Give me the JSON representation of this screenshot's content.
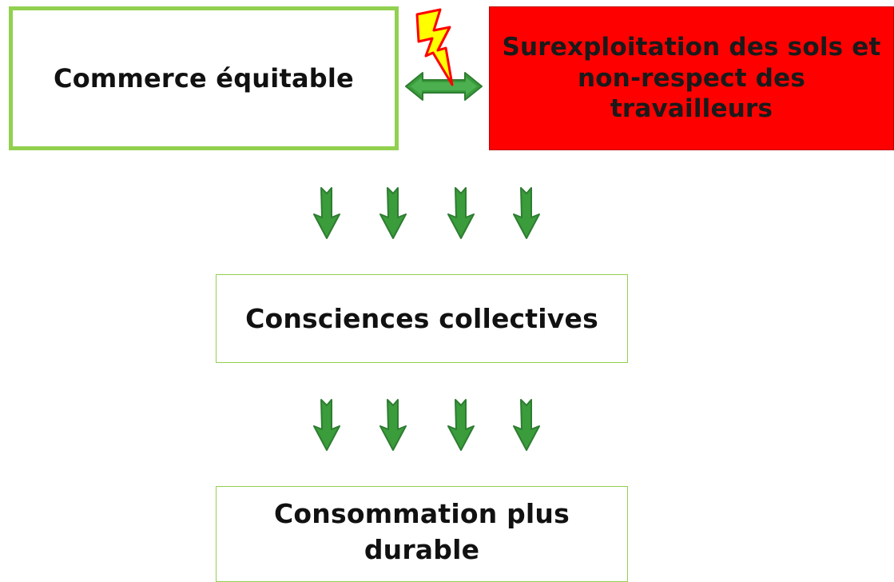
{
  "boxes": {
    "commerce": "Commerce équitable",
    "surexploitation": "Surexploitation des sols et non-respect des travailleurs",
    "consciences": "Consciences collectives",
    "consommation": "Consommation plus durable"
  },
  "icons": {
    "conflict": "lightning-bolt-icon",
    "link": "double-headed-arrow-icon",
    "flow": "down-arrow-icon"
  },
  "colors": {
    "green_border": "#92d050",
    "red_fill": "#ff0000",
    "arrow_green": "#3a9c3a",
    "bolt_yellow": "#ffff00",
    "bolt_outline": "#ff0000"
  }
}
